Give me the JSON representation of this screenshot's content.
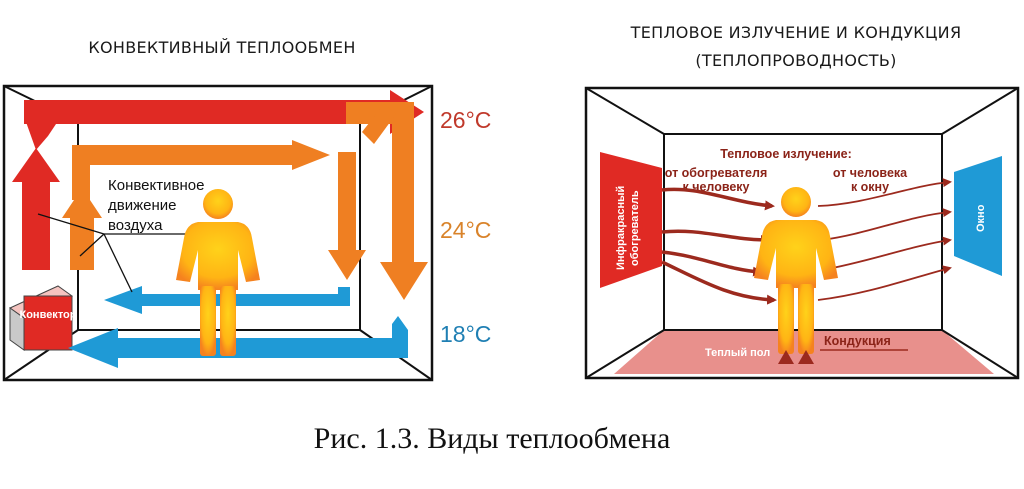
{
  "left_panel": {
    "title": "КОНВЕКТИВНЫЙ  ТЕПЛООБМЕН",
    "temperatures": {
      "top": "26",
      "middle": "24",
      "bottom": "18",
      "unit": "°C"
    },
    "annotation": [
      "Конвективное",
      "движение",
      "воздуха"
    ],
    "device_label": "Конвектор"
  },
  "right_panel": {
    "title_line1": "ТЕПЛОВОЕ ИЗЛУЧЕНИЕ И КОНДУКЦИЯ",
    "title_line2": "(ТЕПЛОПРОВОДНОСТЬ)",
    "radiation_label": "Тепловое излучение:",
    "from_heater": [
      "от обогревателя",
      "к человеку"
    ],
    "from_person": [
      "от человека",
      "к окну"
    ],
    "heater_label": [
      "Инфракрасный",
      "обогреватель"
    ],
    "window_label": "Окно",
    "floor_label": "Теплый пол",
    "conduction_label": "Кондукция"
  },
  "colors": {
    "red": "#e02a24",
    "orange": "#ef7f22",
    "blue": "#1f9ad6",
    "dark_red": "#9c2a1e",
    "floor": "#e8908c"
  },
  "caption": "Рис. 1.3. Виды теплообмена"
}
